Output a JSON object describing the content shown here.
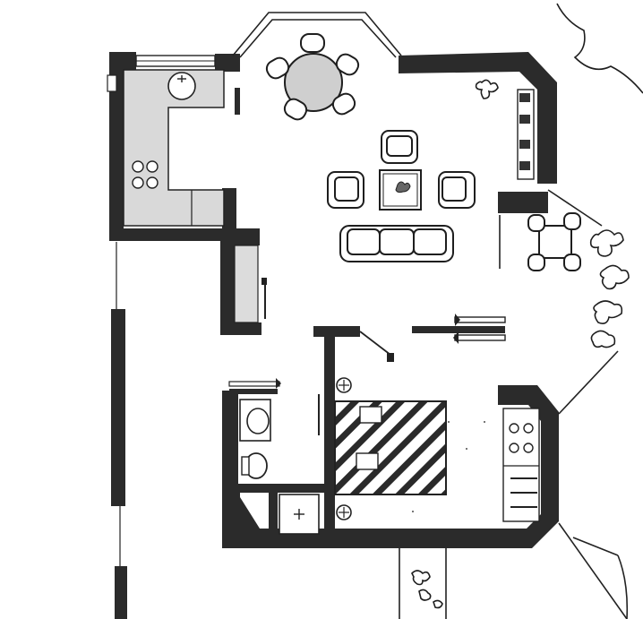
{
  "plan": {
    "rooms": [
      "kitchen",
      "dining",
      "living",
      "bedroom",
      "bathroom",
      "wardrobe",
      "terrace"
    ],
    "colors": {
      "wall": "#2b2b2b",
      "counter": "#d9d9d9",
      "paper": "#ffffff"
    }
  }
}
